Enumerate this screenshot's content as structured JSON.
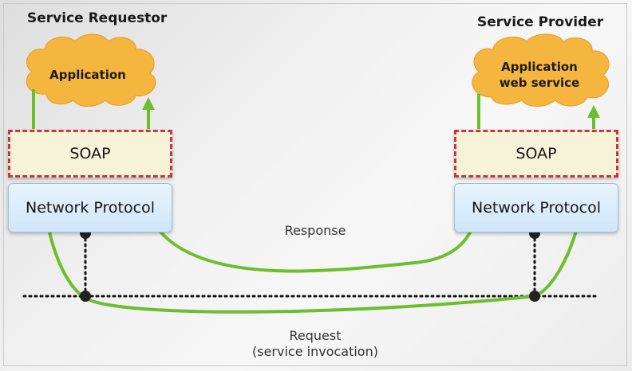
{
  "requestor": {
    "heading": "Service Requestor",
    "cloud_label": "Application",
    "soap_label": "SOAP",
    "network_label": "Network Protocol"
  },
  "provider": {
    "heading": "Service Provider",
    "cloud_label_line1": "Application",
    "cloud_label_line2": "web service",
    "soap_label": "SOAP",
    "network_label": "Network Protocol"
  },
  "flows": {
    "response_label": "Response",
    "request_label_line1": "Request",
    "request_label_line2": "(service invocation)"
  },
  "colors": {
    "cloud_fill": "#f5b63f",
    "connector_green": "#6cbf2c",
    "soap_border": "#c8373f",
    "soap_fill": "#f7f3d8",
    "network_fill": "#d6eafb"
  }
}
